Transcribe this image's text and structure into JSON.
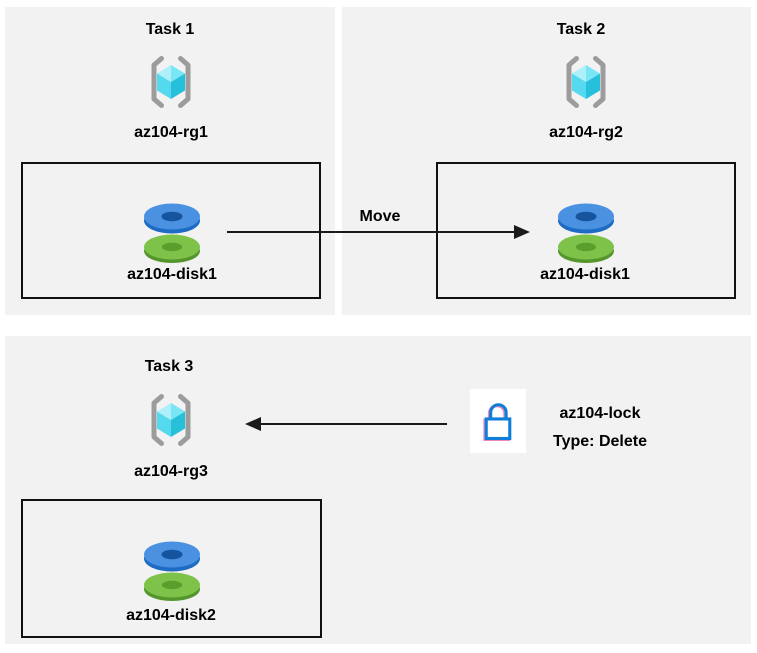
{
  "page": {
    "background": "#ffffff",
    "panel_color": "#f2f2f2"
  },
  "tasks": [
    {
      "title": "Task 1",
      "resource_group": "az104-rg1",
      "disk_label": "az104-disk1"
    },
    {
      "title": "Task 2",
      "resource_group": "az104-rg2",
      "disk_label": "az104-disk1"
    },
    {
      "title": "Task 3",
      "resource_group": "az104-rg3",
      "disk_label": "az104-disk2"
    }
  ],
  "arrows": {
    "move_label": "Move"
  },
  "lock": {
    "name": "az104-lock",
    "type": "Type: Delete"
  },
  "icons": {
    "resource_group": "resource-group-icon",
    "disk": "disk-icon",
    "lock": "lock-icon"
  },
  "colors": {
    "bracket_gray": "#9c9c9c",
    "cube_light": "#aef0fa",
    "cube_mid_light": "#79e6f6",
    "cube_mid": "#54d9ee",
    "cube_dark": "#27c0db",
    "disk_blue_top": "#4a91e2",
    "disk_blue_side": "#1e6bc4",
    "disk_blue_hole": "#17549e",
    "disk_green_top": "#7ec24a",
    "disk_green_side": "#55962c",
    "disk_green_hole": "#5a9e2d",
    "lock_blue": "#0e7ed8",
    "lock_fringe_pink": "#ef86c0",
    "arrow_black": "#1b1b1b"
  }
}
